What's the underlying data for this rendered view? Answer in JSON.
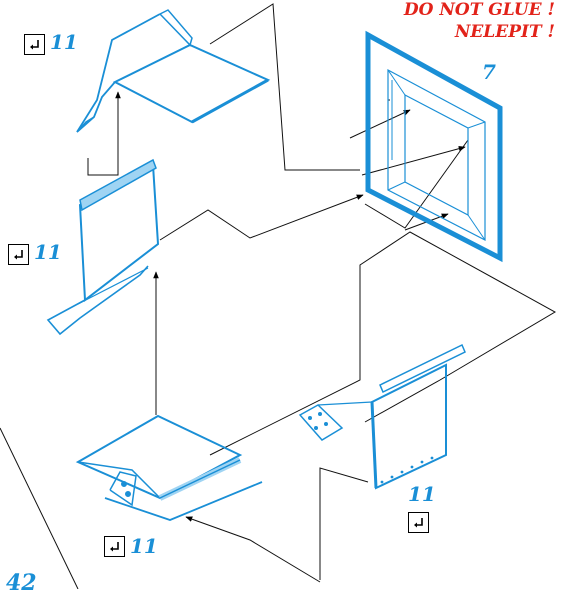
{
  "warning": {
    "line1": "DO NOT GLUE !",
    "line2": "NELEPIT !"
  },
  "frame_part_number": "7",
  "bend_symbols": [
    {
      "icon": "fold-arrow-icon",
      "part_number": "11"
    },
    {
      "icon": "fold-arrow-icon",
      "part_number": "11"
    },
    {
      "icon": "fold-arrow-icon",
      "part_number": "11"
    },
    {
      "icon": "fold-arrow-icon",
      "part_number": "11"
    }
  ],
  "step_number": "42",
  "colors": {
    "part_line": "#1a8fd6",
    "part_highlight": "#9fd4f3",
    "guide_line": "#111111",
    "warning": "#e2231a"
  }
}
